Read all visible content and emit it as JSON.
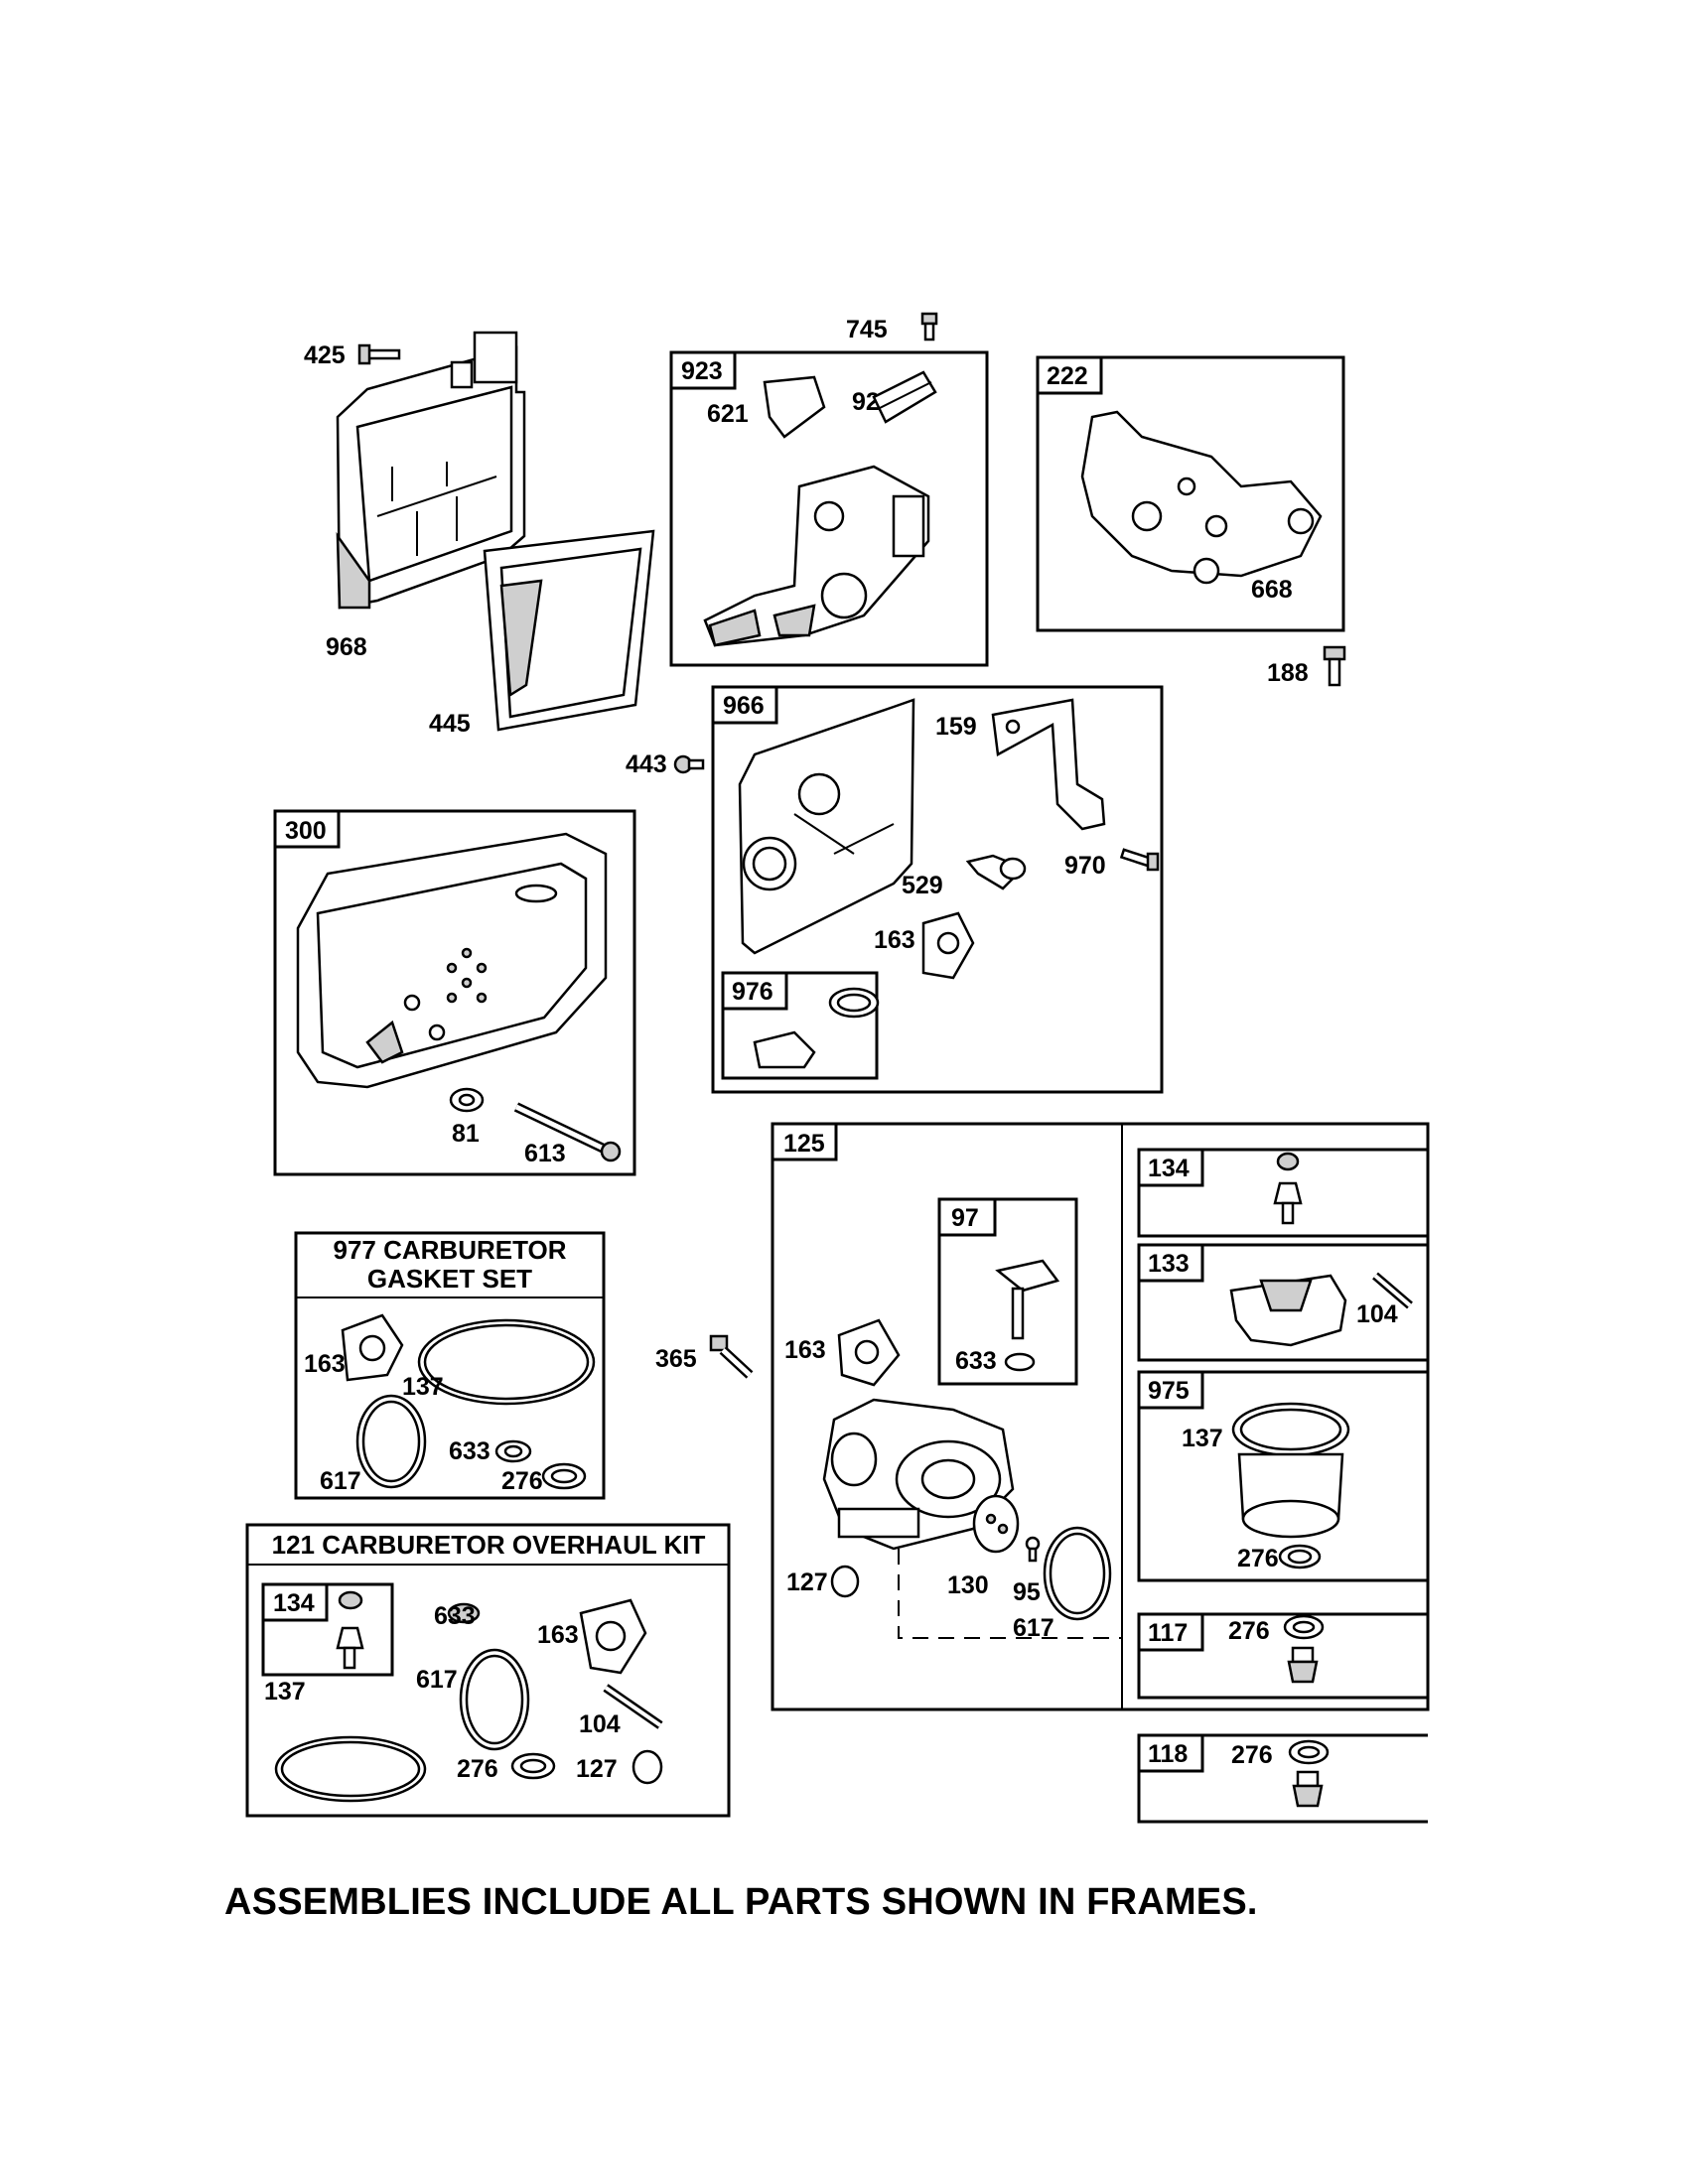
{
  "labels": {
    "p425": "425",
    "p968": "968",
    "p445": "445",
    "p745": "745",
    "p923": "923",
    "p621": "621",
    "p922": "922",
    "p222": "222",
    "p668": "668",
    "p188": "188",
    "p966": "966",
    "p443": "443",
    "p159": "159",
    "p529": "529",
    "p970": "970",
    "p163a": "163",
    "p976": "976",
    "p300": "300",
    "p81": "81",
    "p613": "613",
    "p125": "125",
    "p97": "97",
    "p633a": "633",
    "p365": "365",
    "p163b": "163",
    "p127a": "127",
    "p130": "130",
    "p95": "95",
    "p617a": "617",
    "p134a": "134",
    "p133": "133",
    "p104a": "104",
    "p975": "975",
    "p137a": "137",
    "p276a": "276",
    "p117": "117",
    "p276b": "276",
    "p118": "118",
    "p276c": "276",
    "p163c": "163",
    "p137b": "137",
    "p617b": "617",
    "p633b": "633",
    "p276d": "276",
    "p134b": "134",
    "p633c": "633",
    "p163d": "163",
    "p137c": "137",
    "p617c": "617",
    "p104b": "104",
    "p276e": "276",
    "p127b": "127"
  },
  "kits": {
    "gasket_line1": "977 CARBURETOR",
    "gasket_line2": "GASKET SET",
    "overhaul": "121 CARBURETOR OVERHAUL KIT"
  },
  "footer": "ASSEMBLIES INCLUDE ALL PARTS SHOWN IN FRAMES."
}
